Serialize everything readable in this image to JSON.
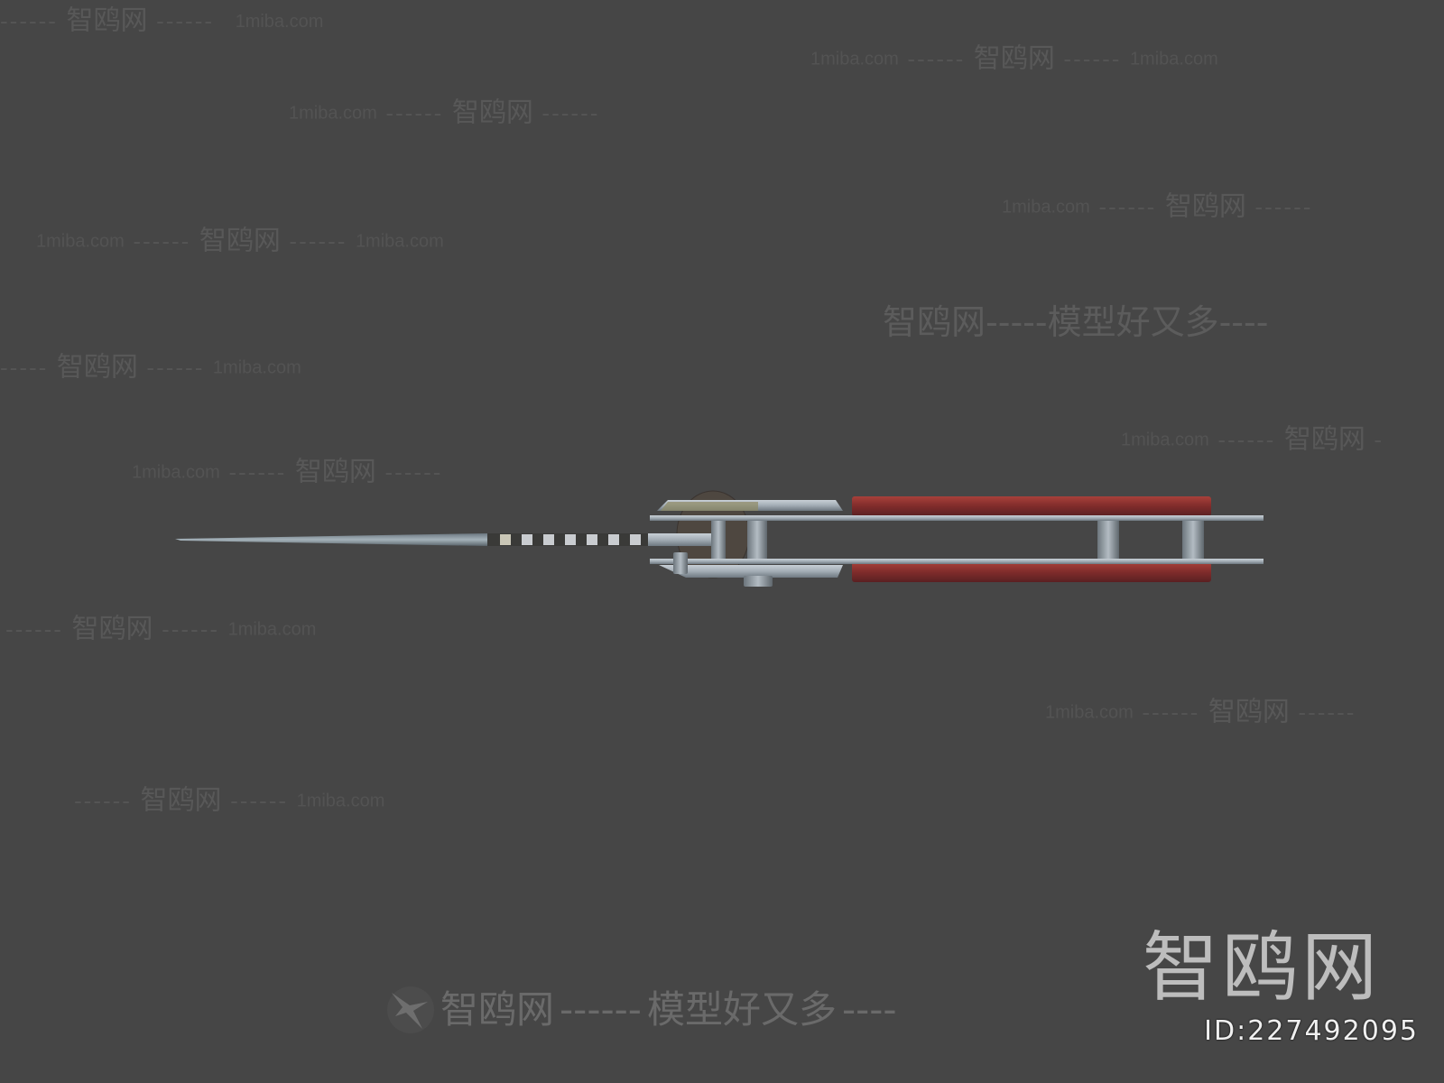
{
  "scene": {
    "subject": "folding knife 3D model, top view",
    "background_color": "#464646",
    "colors": {
      "handle_red": "#8e2f2a",
      "steel": "#a9b3bb",
      "steel_dark": "#6f7a82",
      "blade": "#8d99a1"
    }
  },
  "watermarks": {
    "domain": "1miba.com",
    "brand_cn": "智鸥网",
    "slogan_cn": "模型好又多",
    "dashes": "------",
    "dashes_short": "-----",
    "dashes_tail": "----",
    "rows": [
      {
        "pre": "------",
        "cn": "智鸥网",
        "post": "------",
        "dom": "1miba.com"
      },
      {
        "dom": "1miba.com",
        "pre": "------",
        "cn": "智鸥网",
        "post": "------",
        "dom2": "1miba.com"
      },
      {
        "dom": "1miba.com",
        "pre": "------",
        "cn": "智鸥网",
        "post": "------"
      },
      {
        "dom": "1miba.com",
        "pre": "------",
        "cn": "智鸥网",
        "post": "------"
      },
      {
        "dom": "1miba.com",
        "pre": "------",
        "cn": "智鸥网",
        "post": "------",
        "dom2": "1miba.com"
      },
      {
        "cn": "智鸥网",
        "mid": "-----",
        "slogan": "模型好又多",
        "post": "----"
      },
      {
        "pre": "-----",
        "cn": "智鸥网",
        "post": "------",
        "dom": "1miba.com"
      },
      {
        "dom": "1miba.com",
        "pre": "------",
        "cn": "智鸥网",
        "post": "-"
      },
      {
        "dom": "1miba.com",
        "pre": "------",
        "cn": "智鸥网",
        "post": "------"
      },
      {
        "dom": "1miba.com",
        "pre": "------",
        "cn": "智鸥网",
        "post": "------",
        "dom2": "1miba.com"
      },
      {
        "pre": "------",
        "cn": "智鸥网",
        "post": "------",
        "dom": "1miba.com"
      },
      {
        "dom": "1miba.com",
        "pre": "------",
        "cn": "智鸥网",
        "post": "------"
      },
      {
        "pre": "------",
        "cn": "智鸥网",
        "post": "------",
        "dom": "1miba.com"
      }
    ]
  },
  "footer": {
    "brand_cn": "智鸥网",
    "dashes": "------",
    "slogan_cn": "模型好又多",
    "tail": "----",
    "bird_icon": "seagull-logo-icon"
  },
  "brand_badge": {
    "title": "智鸥网",
    "id_label": "ID:227492095"
  }
}
